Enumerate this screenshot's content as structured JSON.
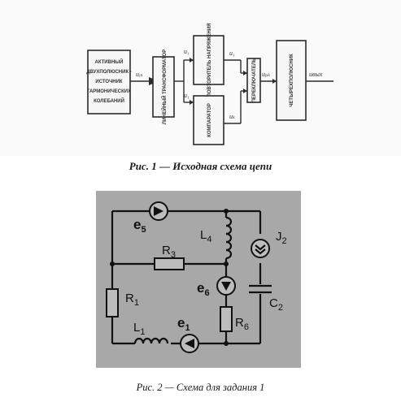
{
  "figure1": {
    "caption": "Рис. 1 — Исходная схема цепи",
    "blocks": {
      "source": [
        "АКТИВНЫЙ",
        "ДВУХПОЛЮСНИК -",
        "ИСТОЧНИК",
        "ГАРМОНИЧЕСКИХ",
        "КОЛЕБАНИЙ"
      ],
      "transformer": "ЛИНЕЙНЫЙ ТРАНСФОРМАТОР",
      "repeater": "ПОВТОРИТЕЛЬ НАПРЯЖЕНИЯ",
      "comparator": "КОМПАРАТОР",
      "switch": "ПЕРЕКЛЮЧАТЕЛЬ",
      "fourpole": "ЧЕТЫРЕХПОЛЮСНИК"
    },
    "signals": {
      "u_in": "uᵢₙ",
      "u1_top": "u₁",
      "u1_bottom": "u₁",
      "u_rep": "u₁",
      "u_comp": "uₖ",
      "u_sw": "uₚₖ",
      "u_out": "uвых"
    }
  },
  "figure2": {
    "caption": "Рис. 2 — Схема для задания 1",
    "labels": {
      "e5": "e",
      "e5_sub": "5",
      "L4": "L",
      "L4_sub": "4",
      "J2": "J",
      "J2_sub": "2",
      "R3": "R",
      "R3_sub": "3",
      "e6": "e",
      "e6_sub": "6",
      "C2": "C",
      "C2_sub": "2",
      "R1": "R",
      "R1_sub": "1",
      "R6": "R",
      "R6_sub": "6",
      "L1": "L",
      "L1_sub": "1",
      "e1": "e",
      "e1_sub": "1"
    }
  },
  "colors": {
    "photo_background": "#a8a8a8",
    "wire": "#111111",
    "block_fill": "#f7f7f7"
  }
}
